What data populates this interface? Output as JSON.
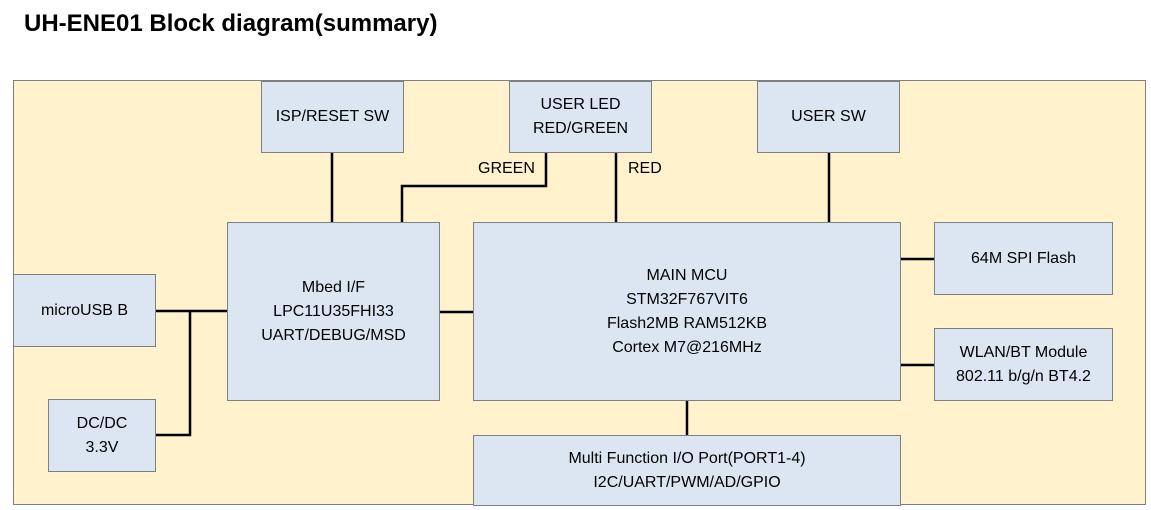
{
  "title": "UH-ENE01 Block diagram(summary)",
  "colors": {
    "background": "#fff2cc",
    "block": "#dce6f2",
    "border": "#7f7f7f",
    "wire": "#000000"
  },
  "blocks": {
    "isp": [
      "ISP/RESET SW"
    ],
    "userled": [
      "USER LED",
      "RED/GREEN"
    ],
    "usersw": [
      "USER SW"
    ],
    "mbed": [
      "Mbed I/F",
      "LPC11U35FHI33",
      "UART/DEBUG/MSD"
    ],
    "mcu": [
      "MAIN MCU",
      "STM32F767VIT6",
      "Flash2MB RAM512KB",
      "Cortex M7@216MHz"
    ],
    "spiflash": [
      "64M SPI Flash"
    ],
    "wlan": [
      "WLAN/BT Module",
      "802.11 b/g/n BT4.2"
    ],
    "microusb": [
      "microUSB B"
    ],
    "dcdc": [
      "DC/DC",
      "3.3V"
    ],
    "io": [
      "Multi Function I/O Port(PORT1-4)",
      "I2C/UART/PWM/AD/GPIO"
    ]
  },
  "labels": {
    "green": "GREEN",
    "red": "RED"
  }
}
